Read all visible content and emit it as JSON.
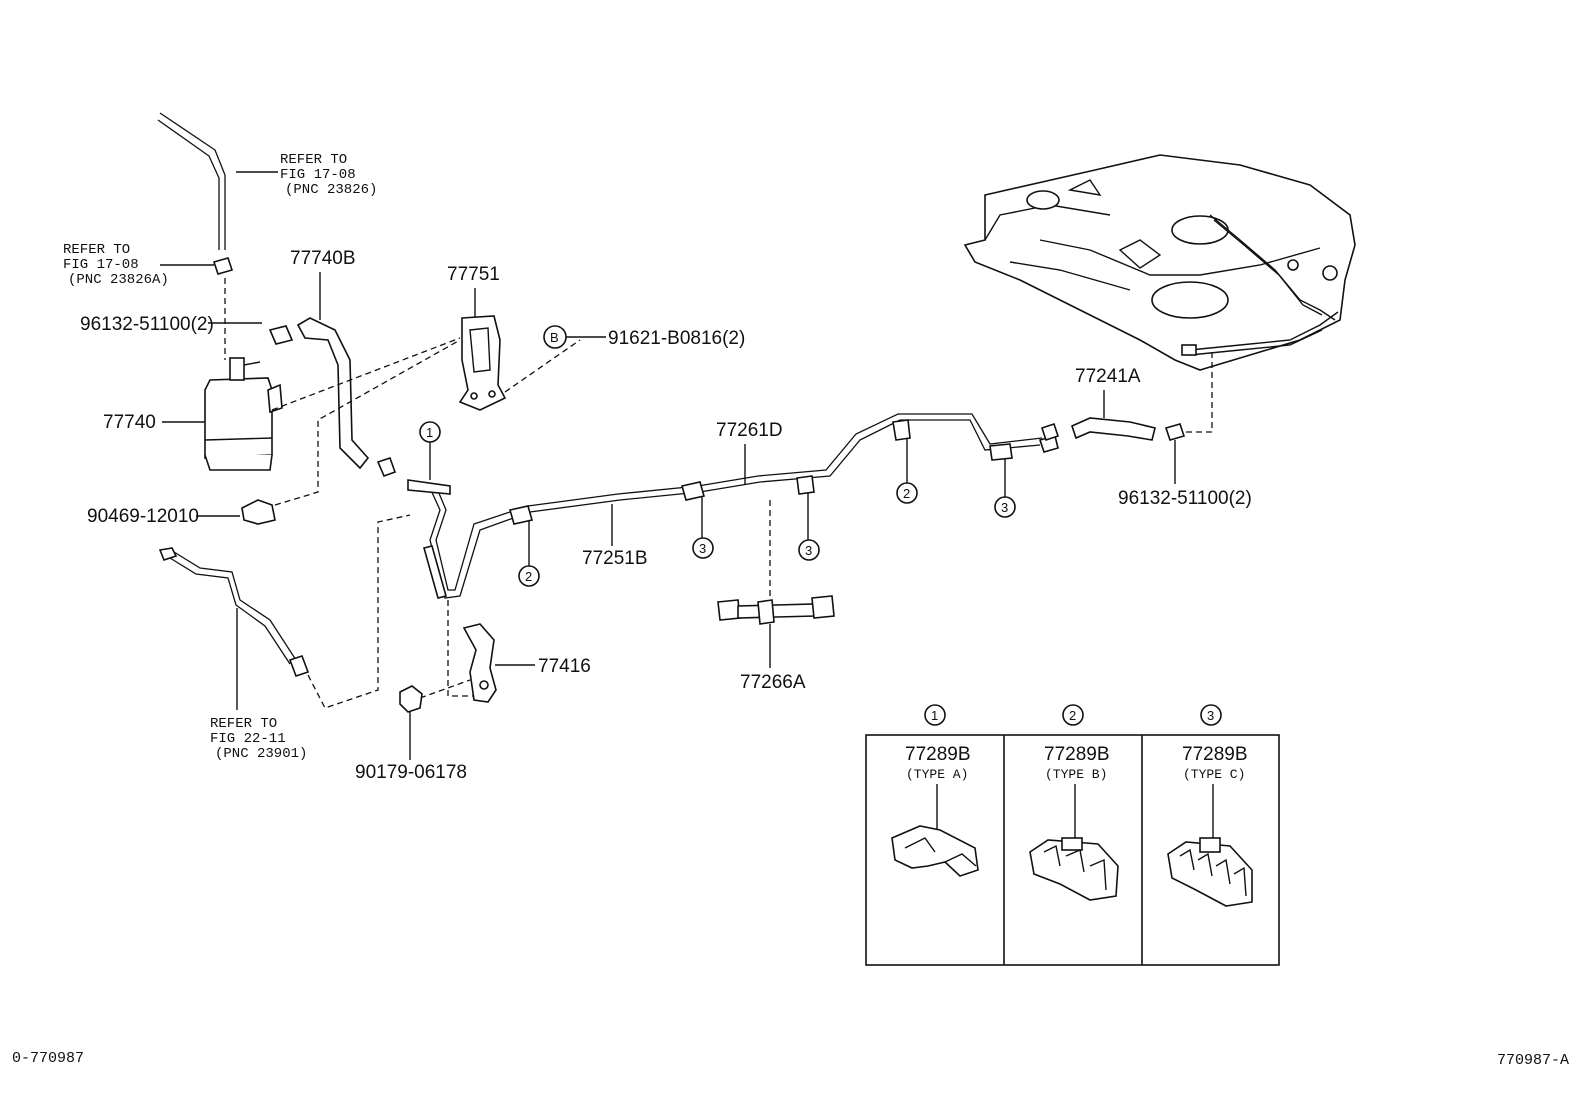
{
  "parts": {
    "p77740B": "77740B",
    "p77751": "77751",
    "p91621": "91621-B0816(2)",
    "p96132_left": "96132-51100(2)",
    "p77740": "77740",
    "p90469": "90469-12010",
    "p77261D": "77261D",
    "p77251B": "77251B",
    "p77241A": "77241A",
    "p96132_right": "96132-51100(2)",
    "p77416": "77416",
    "p90179": "90179-06178",
    "p77266A": "77266A"
  },
  "refs": {
    "top": [
      "REFER TO",
      "FIG 17-08",
      "(PNC 23826)"
    ],
    "mid": [
      "REFER TO",
      "FIG 17-08",
      "(PNC 23826A)"
    ],
    "bottom": [
      "REFER TO",
      "FIG 22-11",
      "(PNC 23901)"
    ]
  },
  "marker_b": "B",
  "callouts": [
    "1",
    "2",
    "3"
  ],
  "clamp_types": [
    {
      "num": "1",
      "part": "77289B",
      "type": "(TYPE A)"
    },
    {
      "num": "2",
      "part": "77289B",
      "type": "(TYPE B)"
    },
    {
      "num": "3",
      "part": "77289B",
      "type": "(TYPE C)"
    }
  ],
  "footer": {
    "left": "0-770987",
    "right": "770987-A"
  }
}
